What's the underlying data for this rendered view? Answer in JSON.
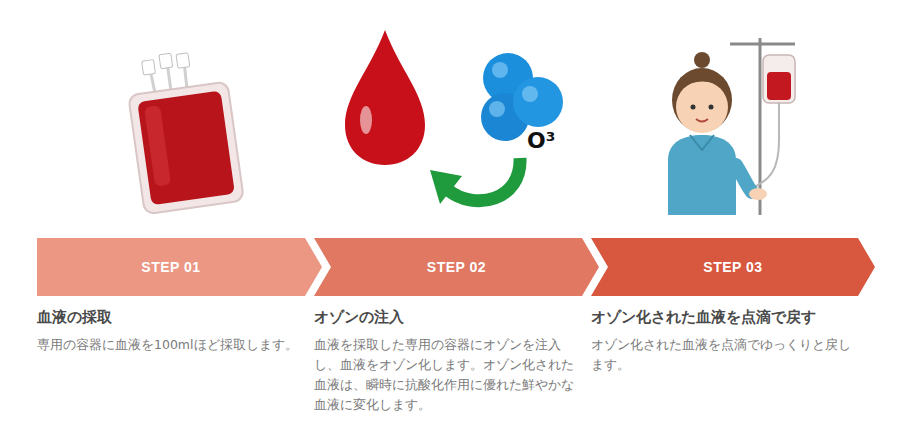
{
  "diagram": {
    "nodes": [
      {
        "text": [
          "STEP 01",
          "血液の採取",
          "専用の容器に血液を100mlほど採取します。"
        ]
      },
      {
        "text": [
          "STEP 02",
          "オゾンの注入",
          "血液を採取した専用の容器にオゾンを注入し、血液をオゾン化します。オゾン化された血液は、瞬時に抗酸化作用に優れた鮮やかな血液に変化します。"
        ]
      },
      {
        "text": [
          "STEP 03",
          "オゾン化された血液を点滴で戻す",
          "オゾン化された血液を点滴でゆっくりと戻します。"
        ]
      }
    ],
    "labels": [
      "O³"
    ]
  }
}
